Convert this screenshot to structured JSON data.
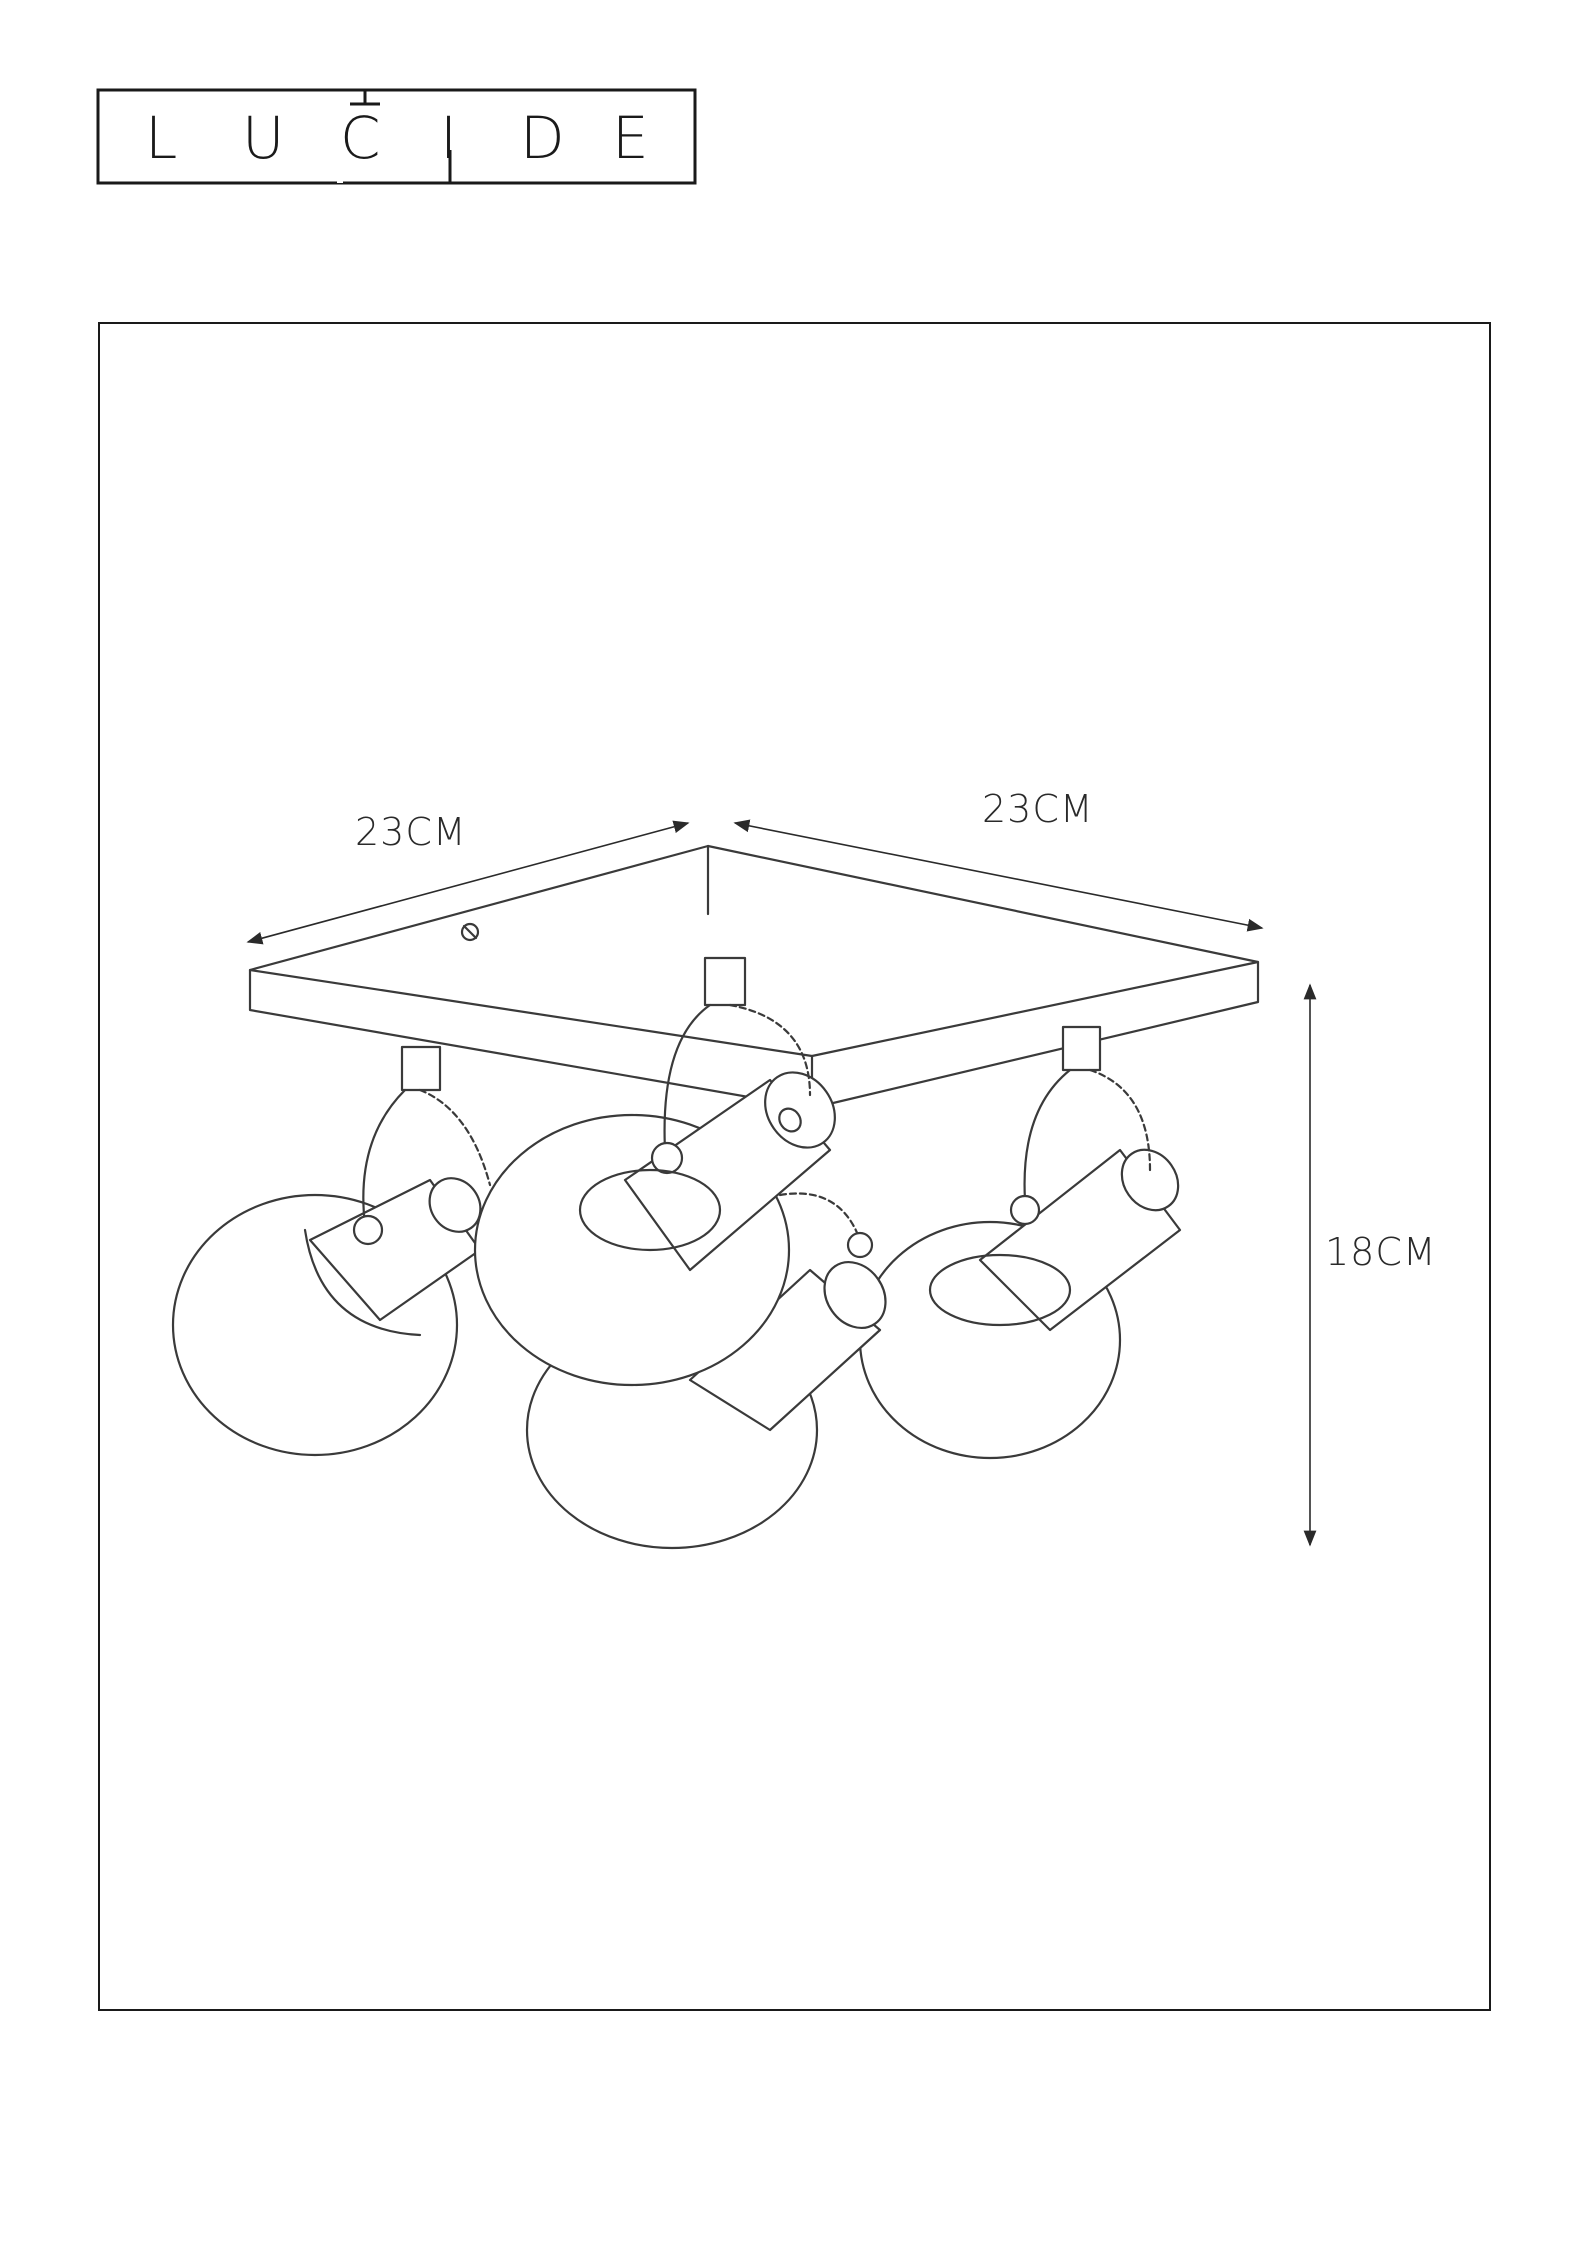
{
  "brand": {
    "logo_letters": [
      "L",
      "U",
      "C",
      "I",
      "D",
      "E"
    ]
  },
  "dimensions": {
    "width_left": "23CM",
    "width_right": "23CM",
    "height": "18CM"
  },
  "colors": {
    "line": "#3a3a3a",
    "frame": "#1a1a1a",
    "background": "#ffffff"
  }
}
